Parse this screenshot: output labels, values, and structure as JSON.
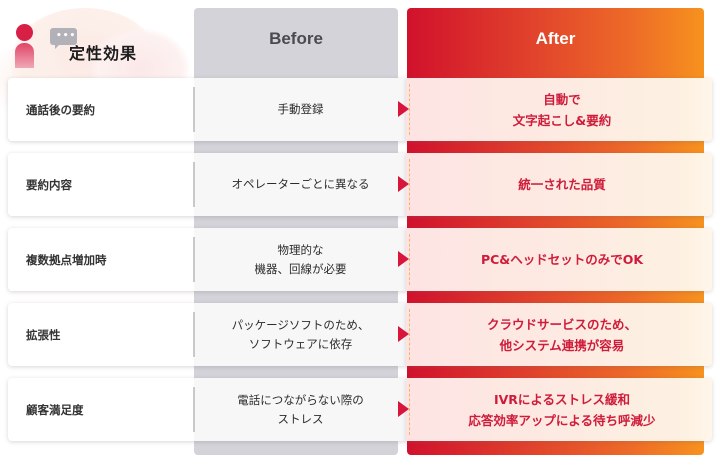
{
  "header": {
    "title": "定性効果",
    "icon": "person-speech-bubble-icon",
    "before_label": "Before",
    "after_label": "After"
  },
  "colors": {
    "before_header_bg": "#d3d3d9",
    "after_gradient_start": "#d1112c",
    "after_gradient_end": "#f7921e",
    "after_text": "#cf1c3a",
    "arrow": "#d8153a"
  },
  "rows": [
    {
      "label": "通話後の要約",
      "before": "手動登録",
      "after": "自動で\n文字起こし&要約"
    },
    {
      "label": "要約内容",
      "before": "オペレーターごとに異なる",
      "after": "統一された品質"
    },
    {
      "label": "複数拠点増加時",
      "before": "物理的な\n機器、回線が必要",
      "after": "PC&ヘッドセットのみでOK"
    },
    {
      "label": "拡張性",
      "before": "パッケージソフトのため、\nソフトウェアに依存",
      "after": "クラウドサービスのため、\n他システム連携が容易"
    },
    {
      "label": "顧客満足度",
      "before": "電話につながらない際の\nストレス",
      "after": "IVRによるストレス緩和\n応答効率アップによる待ち呼減少"
    }
  ]
}
